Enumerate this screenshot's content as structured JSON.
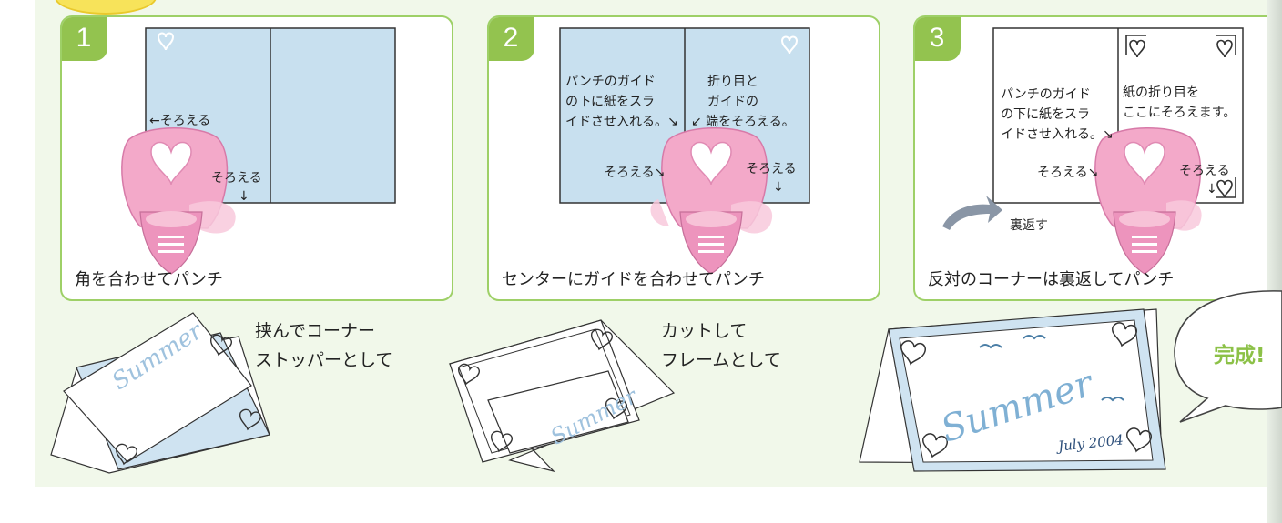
{
  "steps": [
    {
      "number": "1",
      "caption": "角を合わせてパンチ",
      "notes": {
        "align_left": "←そろえる",
        "align_bottom": "そろえる",
        "arrow_down": "↓"
      }
    },
    {
      "number": "2",
      "caption": "センターにガイドを合わせてパンチ",
      "notes": {
        "guide_slide": [
          "パンチのガイド",
          "の下に紙をスラ",
          "イドさせ入れる。↘"
        ],
        "fold_align": [
          "折り目と",
          "ガイドの",
          "↙ 端をそろえる。"
        ],
        "align_left": "そろえる↘",
        "align_right": "そろえる",
        "arrow_down": "↓"
      }
    },
    {
      "number": "3",
      "caption": "反対のコーナーは裏返してパンチ",
      "notes": {
        "guide_slide": [
          "パンチのガイド",
          "の下に紙をスラ",
          "イドさせ入れる。↘"
        ],
        "fold_here": [
          "紙の折り目を",
          "ここにそろえます。"
        ],
        "align_left": "そろえる↘",
        "align_right": "そろえる",
        "arrow_down": "↓",
        "flip": "裏返す"
      }
    }
  ],
  "usage": {
    "corner_stopper": [
      "挟んでコーナー",
      "ストッパーとして"
    ],
    "frame": [
      "カットして",
      "フレームとして"
    ]
  },
  "card_text": {
    "summer": "Summer",
    "date": "July 2004"
  },
  "bubble": {
    "label": "完成!"
  },
  "colors": {
    "green_frame": "#9ed067",
    "green_tab": "#93c34f",
    "paper_blue": "#c8e0ef",
    "punch_pink": "#f3a9c9"
  }
}
